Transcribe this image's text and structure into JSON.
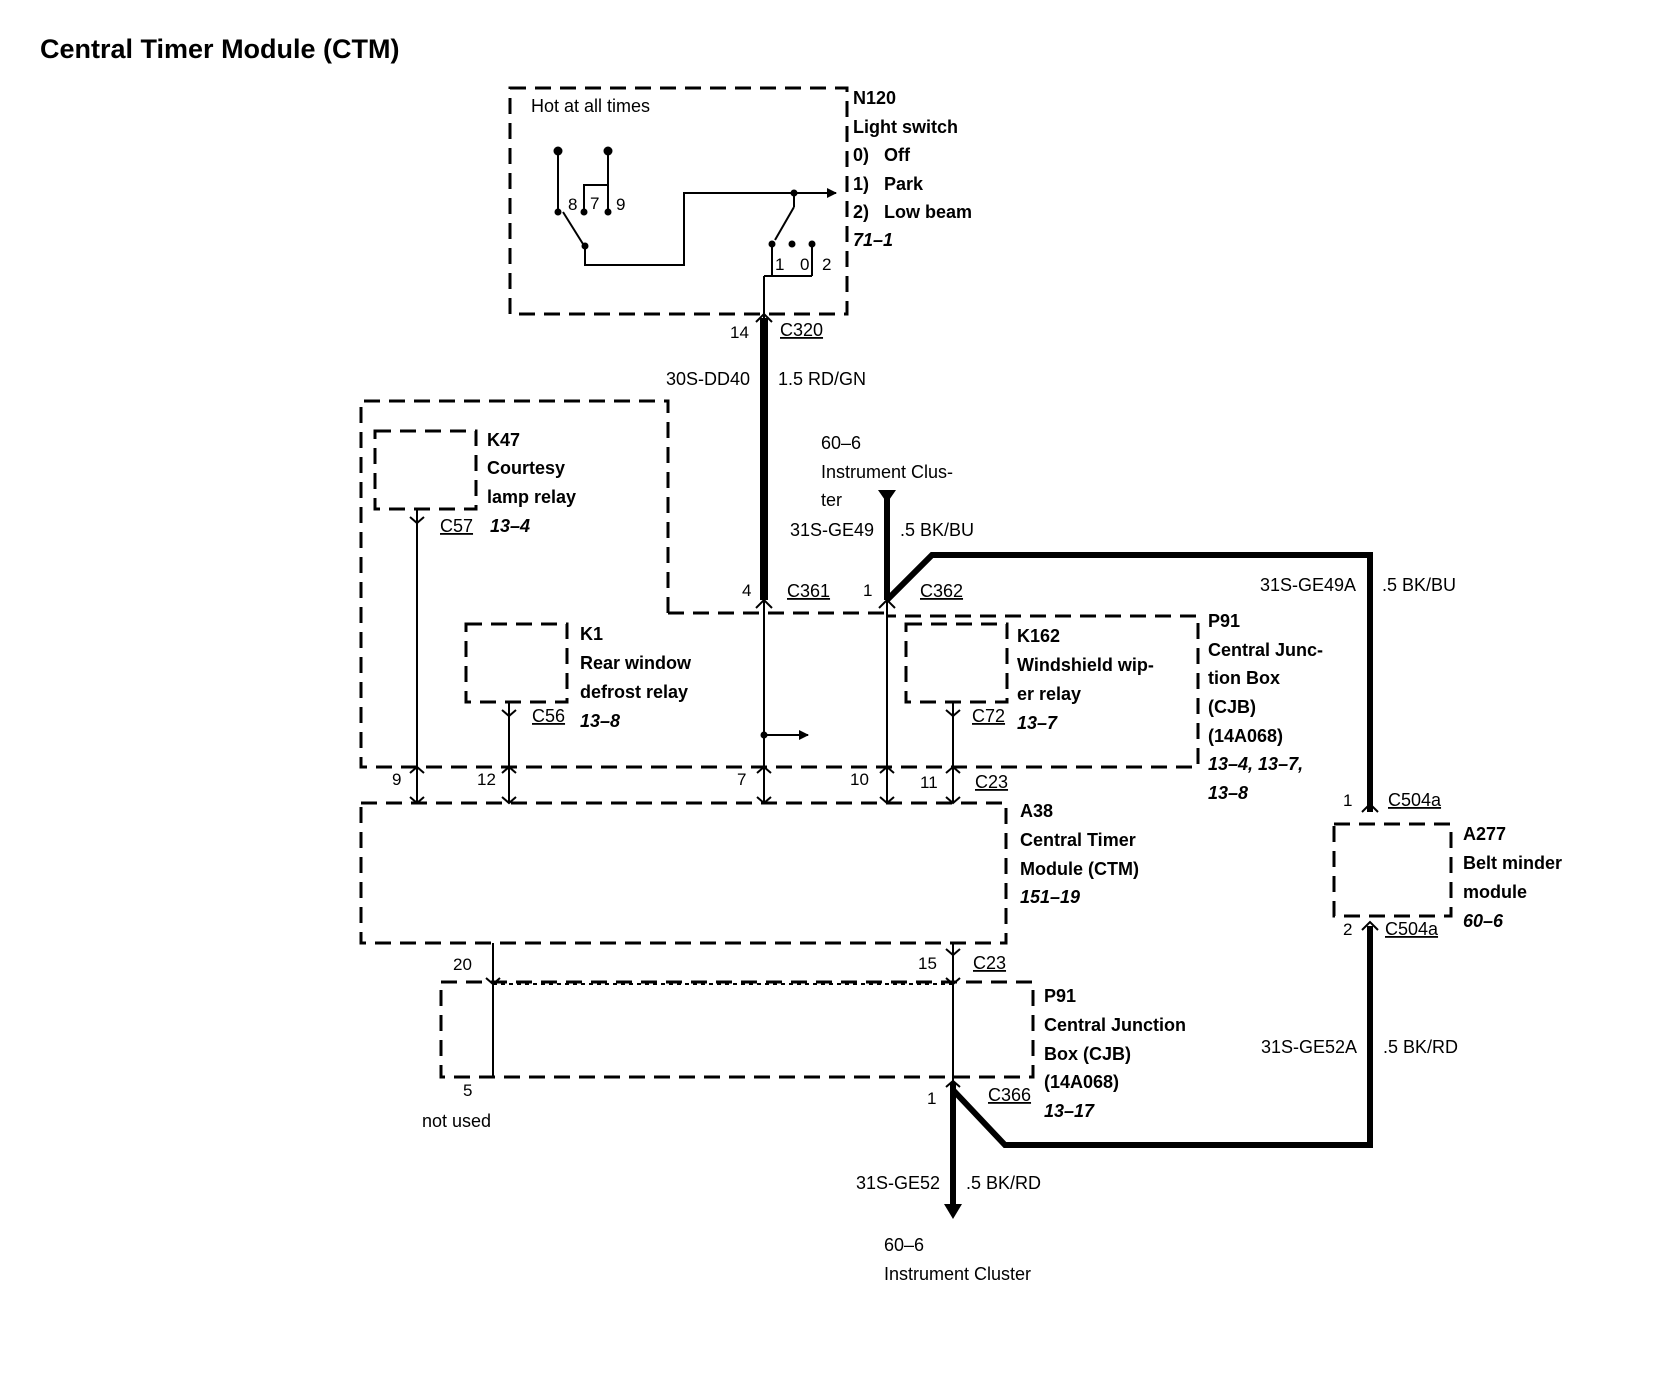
{
  "title": "Central Timer Module (CTM)",
  "components": {
    "n120": {
      "id": "N120",
      "name": "Light switch",
      "positions": [
        "0)   Off",
        "1)   Park",
        "2)   Low beam"
      ],
      "ref": "71–1",
      "note": "Hot at all times",
      "contacts": [
        "8",
        "7",
        "9"
      ],
      "switch_pins": [
        "1",
        "0",
        "2"
      ]
    },
    "k47": {
      "id": "K47",
      "name_lines": [
        "Courtesy",
        "lamp relay"
      ],
      "ref": "13–4",
      "connector": "C57"
    },
    "k1": {
      "id": "K1",
      "name_lines": [
        "Rear window",
        "defrost relay"
      ],
      "ref": "13–8",
      "connector": "C56"
    },
    "k162": {
      "id": "K162",
      "name_lines": [
        "Windshield wip-",
        "er relay"
      ],
      "ref": "13–7",
      "connector": "C72"
    },
    "p91_upper": {
      "id": "P91",
      "name_lines": [
        "Central Junc-",
        "tion Box",
        "(CJB)",
        "(14A068)"
      ],
      "refs": [
        "13–4, 13–7,",
        "13–8"
      ]
    },
    "a38": {
      "id": "A38",
      "name_lines": [
        "Central Timer",
        "Module (CTM)"
      ],
      "ref": "151–19"
    },
    "p91_lower": {
      "id": "P91",
      "name_lines": [
        "Central Junction",
        "Box (CJB)",
        "(14A068)"
      ],
      "ref": "13–17"
    },
    "a277": {
      "id": "A277",
      "name_lines": [
        "Belt minder",
        "module"
      ],
      "ref": "60–6"
    }
  },
  "connectors": {
    "c320": {
      "id": "C320",
      "pin": "14"
    },
    "c361": {
      "id": "C361",
      "pin": "4"
    },
    "c362": {
      "id": "C362",
      "pin": "1"
    },
    "c23_top": {
      "id": "C23",
      "pins": [
        "9",
        "12",
        "7",
        "10",
        "11"
      ]
    },
    "c23_bottom": {
      "id": "C23",
      "pins": [
        "20",
        "15"
      ]
    },
    "c366": {
      "id": "C366",
      "pins": [
        "5",
        "1"
      ]
    },
    "c504a_top": {
      "id": "C504a",
      "pin": "1"
    },
    "c504a_bottom": {
      "id": "C504a",
      "pin": "2"
    }
  },
  "wires": {
    "w1": {
      "circuit": "30S-DD40",
      "gauge": "1.5 RD/GN"
    },
    "w2": {
      "circuit": "31S-GE49",
      "gauge": ".5 BK/BU"
    },
    "w3": {
      "circuit": "31S-GE49A",
      "gauge": ".5 BK/BU"
    },
    "w4": {
      "circuit": "31S-GE52A",
      "gauge": ".5 BK/RD"
    },
    "w5": {
      "circuit": "31S-GE52",
      "gauge": ".5 BK/RD"
    }
  },
  "destinations": {
    "cluster_top": {
      "ref": "60–6",
      "lines": [
        "Instrument Clus-",
        "ter"
      ]
    },
    "cluster_bottom": {
      "ref": "60–6",
      "name": "Instrument Cluster"
    },
    "not_used": "not used"
  }
}
